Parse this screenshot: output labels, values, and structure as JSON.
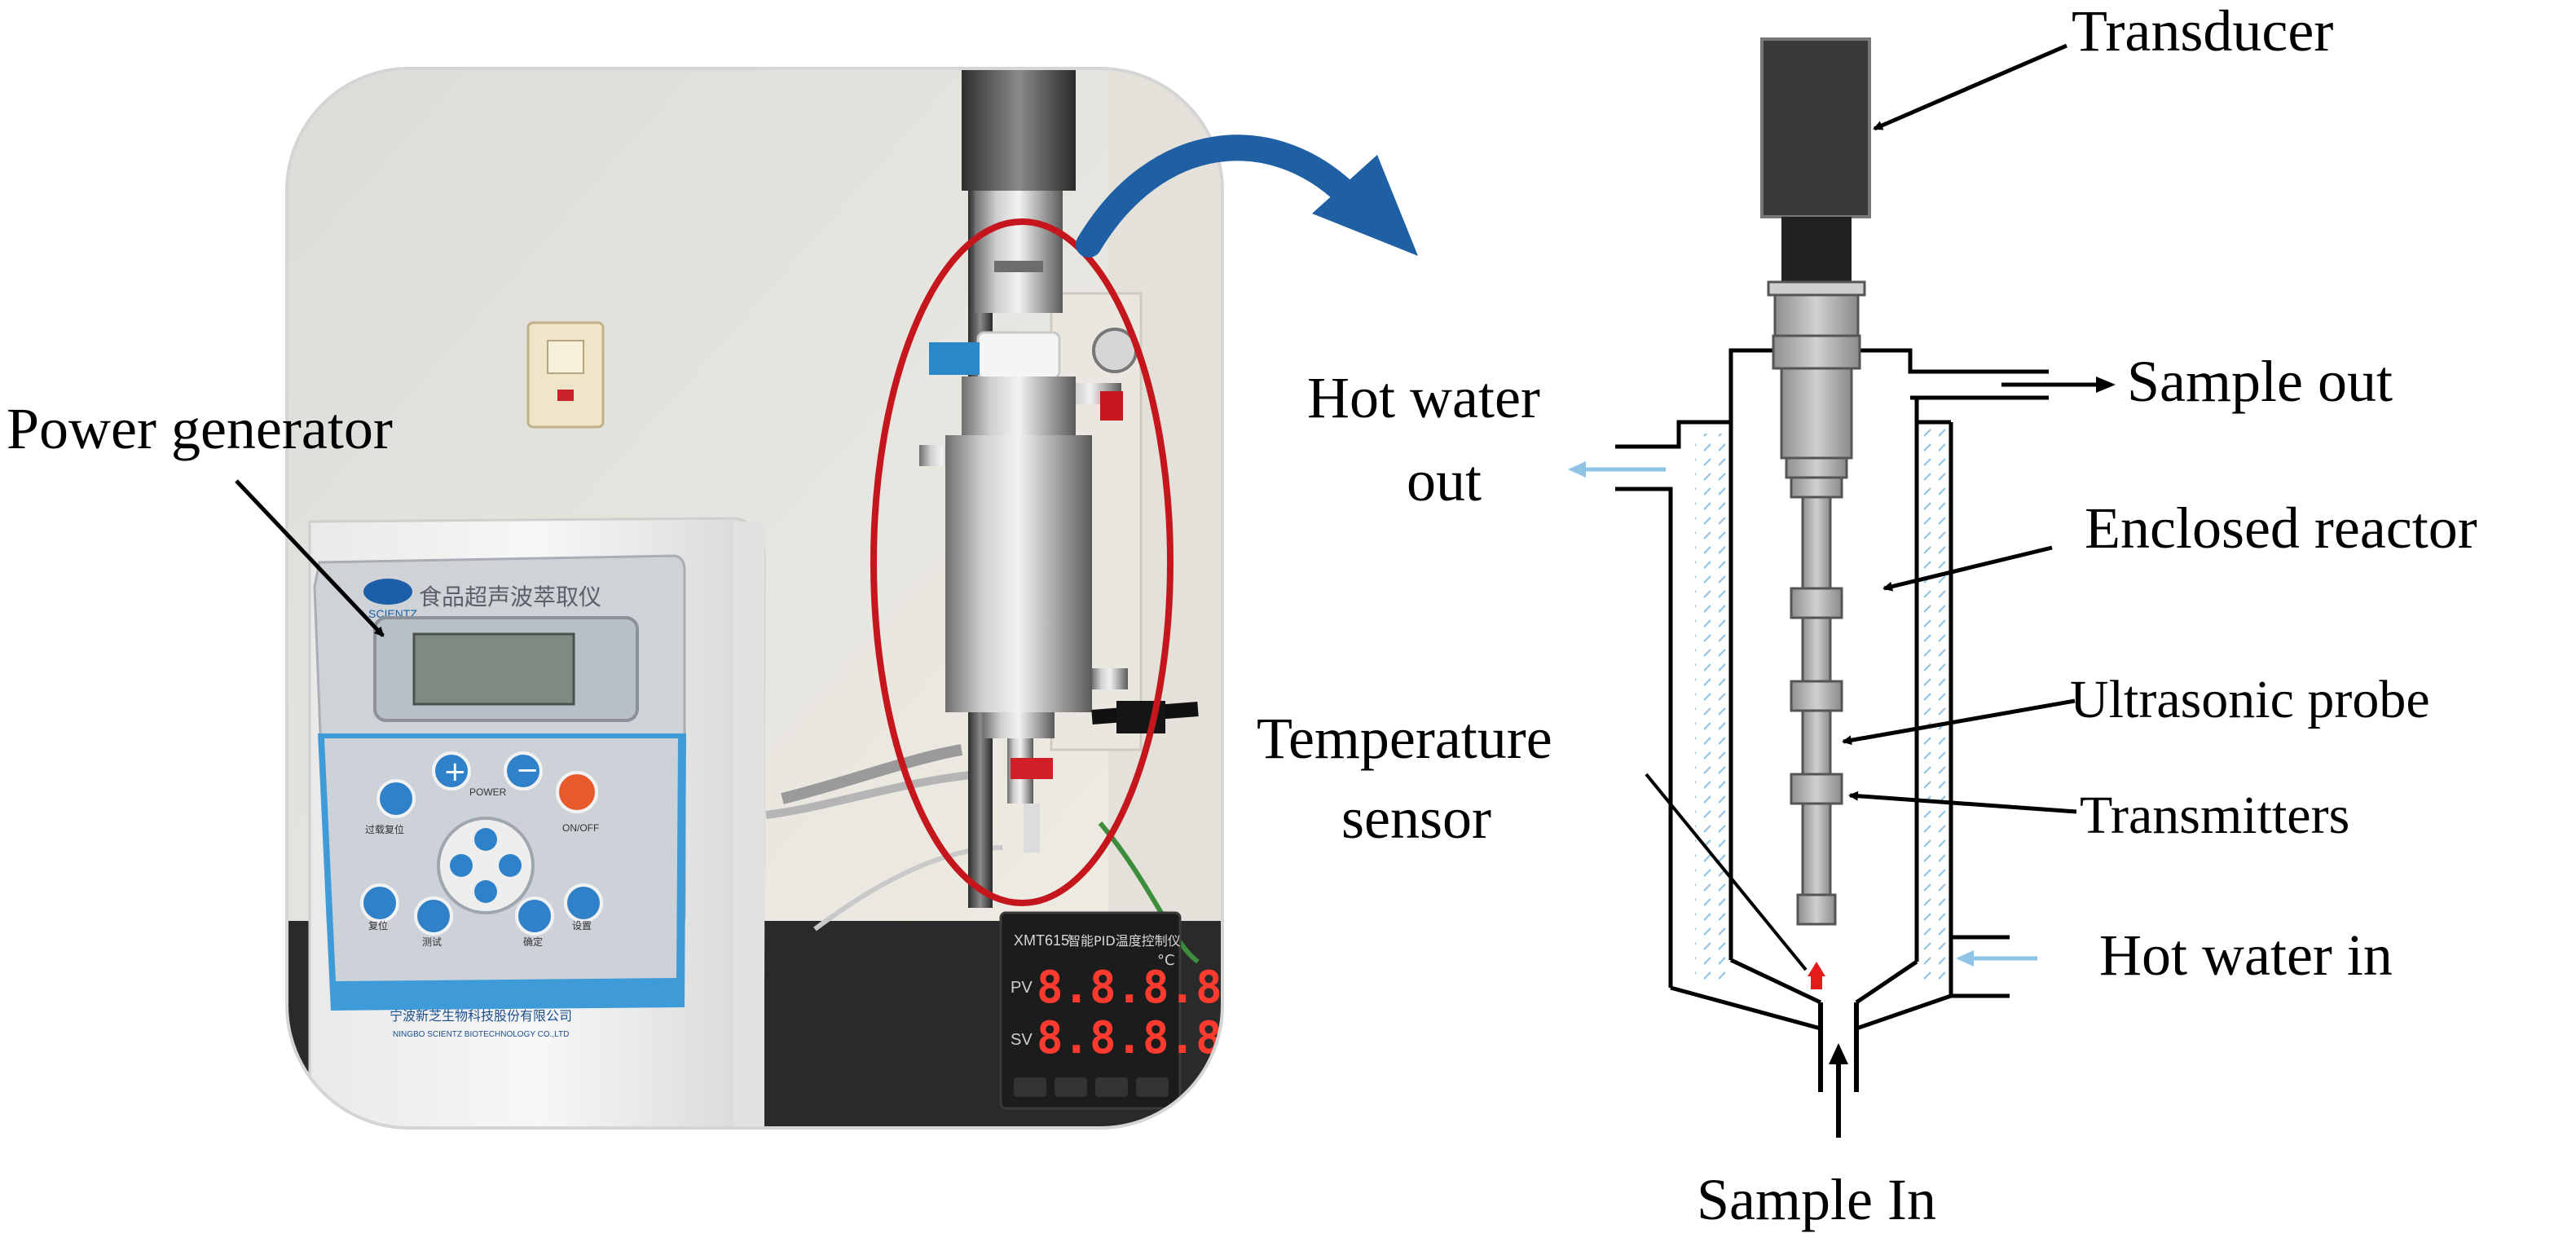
{
  "photo": {
    "device": {
      "brand_text": "SCIENTZ",
      "title_cn": "食品超声波萃取仪",
      "power_label": "POWER",
      "onoff_label": "ON/OFF",
      "btn_cn_1": "过载复位",
      "btn_cn_2": "复位",
      "btn_cn_3": "测试",
      "btn_cn_4": "确定",
      "btn_cn_5": "设置",
      "company_cn": "宁波新芝生物科技股份有限公司",
      "company_en": "NINGBO SCIENTZ BIOTECHNOLOGY CO.,LTD"
    },
    "controller": {
      "model": "XMT615",
      "title_cn": "智能PID温度控制仪",
      "pv_label": "PV",
      "sv_label": "SV",
      "pv_value": "8.8.8.8",
      "sv_value": "8.8.8.8",
      "unit": "°C"
    }
  },
  "labels": {
    "power_generator": "Power generator",
    "transducer": "Transducer",
    "sample_out": "Sample out",
    "hot_water_out_1": "Hot water",
    "hot_water_out_2": "out",
    "enclosed_reactor": "Enclosed reactor",
    "ultrasonic_probe": "Ultrasonic probe",
    "transmitters": "Transmitters",
    "temperature_sensor_1": "Temperature",
    "temperature_sensor_2": "sensor",
    "hot_water_in": "Hot water in",
    "sample_in": "Sample In"
  },
  "colors": {
    "highlight_ellipse": "#c4161c",
    "curved_arrow": "#1f5fa4",
    "water_arrow": "#8ec3e6",
    "sensor": "#e31b1b",
    "device_panel": "#3f9bd8"
  }
}
